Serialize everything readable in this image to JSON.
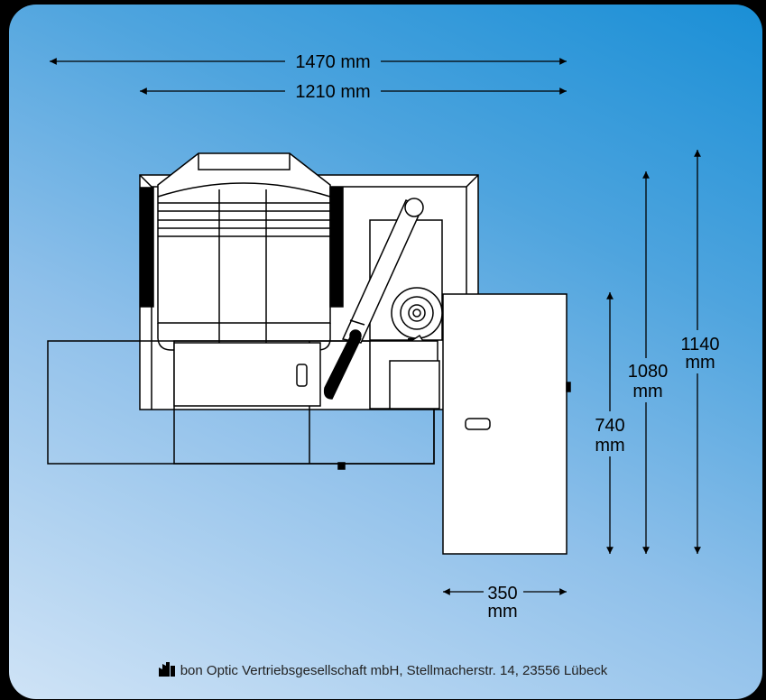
{
  "dimensions": {
    "width_total": "1470 mm",
    "width_table": "1210 mm",
    "height_1": "740",
    "height_1_unit": "mm",
    "height_2": "1080",
    "height_2_unit": "mm",
    "height_3": "1140",
    "height_3_unit": "mm",
    "depth": "350",
    "depth_unit": "mm"
  },
  "footer": {
    "icon": "factory-icon",
    "text": "bon Optic Vertriebsgesellschaft mbH, Stellmacherstr. 14, 23556 Lübeck"
  },
  "colors": {
    "background_top": "#1a8fd6",
    "background_bottom": "#cfe3f6",
    "line": "#000000",
    "fill": "#ffffff"
  }
}
